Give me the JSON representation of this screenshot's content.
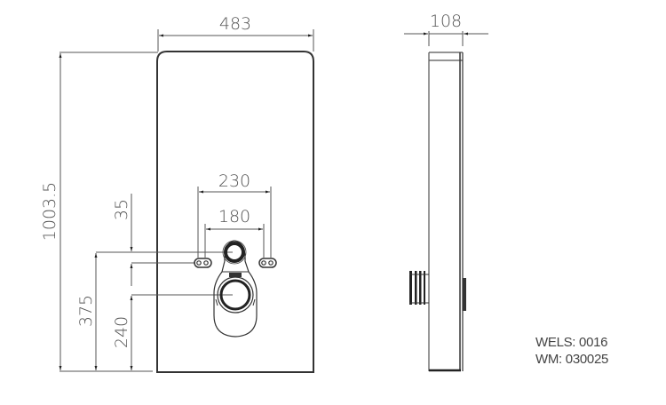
{
  "drawing": {
    "title": "Wall-hung toilet cistern module technical drawing",
    "views": [
      "front-view",
      "side-view"
    ],
    "dimensions": {
      "overall_width": "483",
      "depth": "108",
      "overall_height": "1003.5",
      "bolt_spacing_outer": "230",
      "bolt_spacing_inner": "180",
      "bolt_offset": "35",
      "inlet_height": "375",
      "outlet_height": "240"
    },
    "units": "mm",
    "colors": {
      "line": "#333333",
      "dim_line": "#555555",
      "text": "#555555"
    }
  },
  "notes": {
    "wels": "WELS: 0016",
    "wm": "WM: 030025"
  }
}
